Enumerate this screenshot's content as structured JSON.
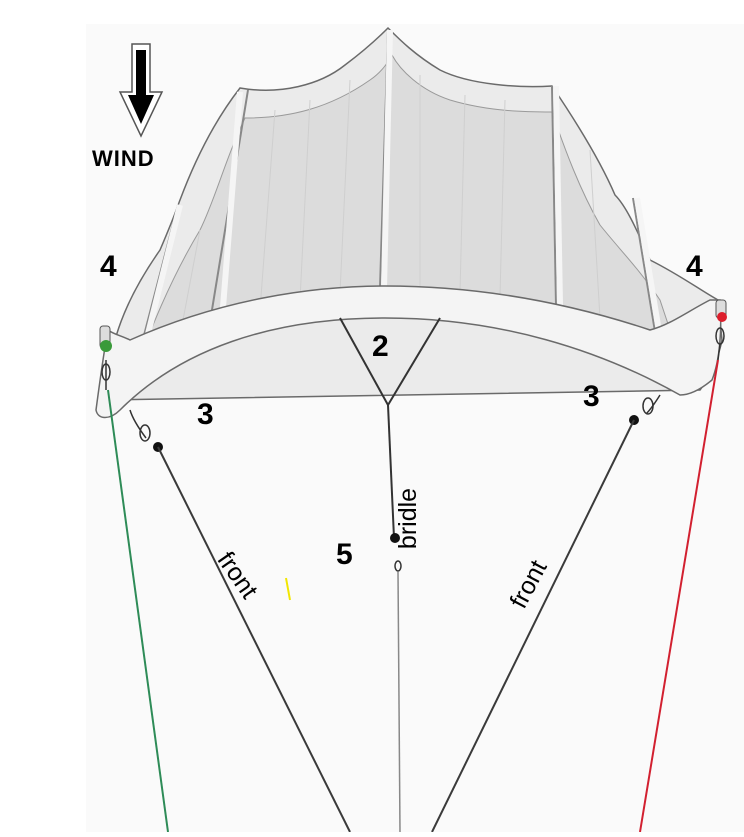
{
  "wind_label": "WIND",
  "labels": {
    "tip_left": "4",
    "tip_right": "4",
    "bridle_apex": "2",
    "front_left_attach": "3",
    "front_right_attach": "3",
    "center": "5",
    "bridle": "bridle",
    "front_left": "front",
    "front_right": "front"
  },
  "colors": {
    "left_steering_line": "#2e8b57",
    "right_steering_line": "#d22030",
    "front_lines": "#3a3a3a",
    "canopy_fill": "#e6e6e6",
    "leading_edge": "#f3f3f3",
    "outline": "#555555",
    "dot_left": "#3a9a3a",
    "dot_right": "#dd1e2c",
    "yellow_mark": "#f2e600"
  },
  "icons": {
    "wind_arrow": "down-arrow-icon"
  }
}
